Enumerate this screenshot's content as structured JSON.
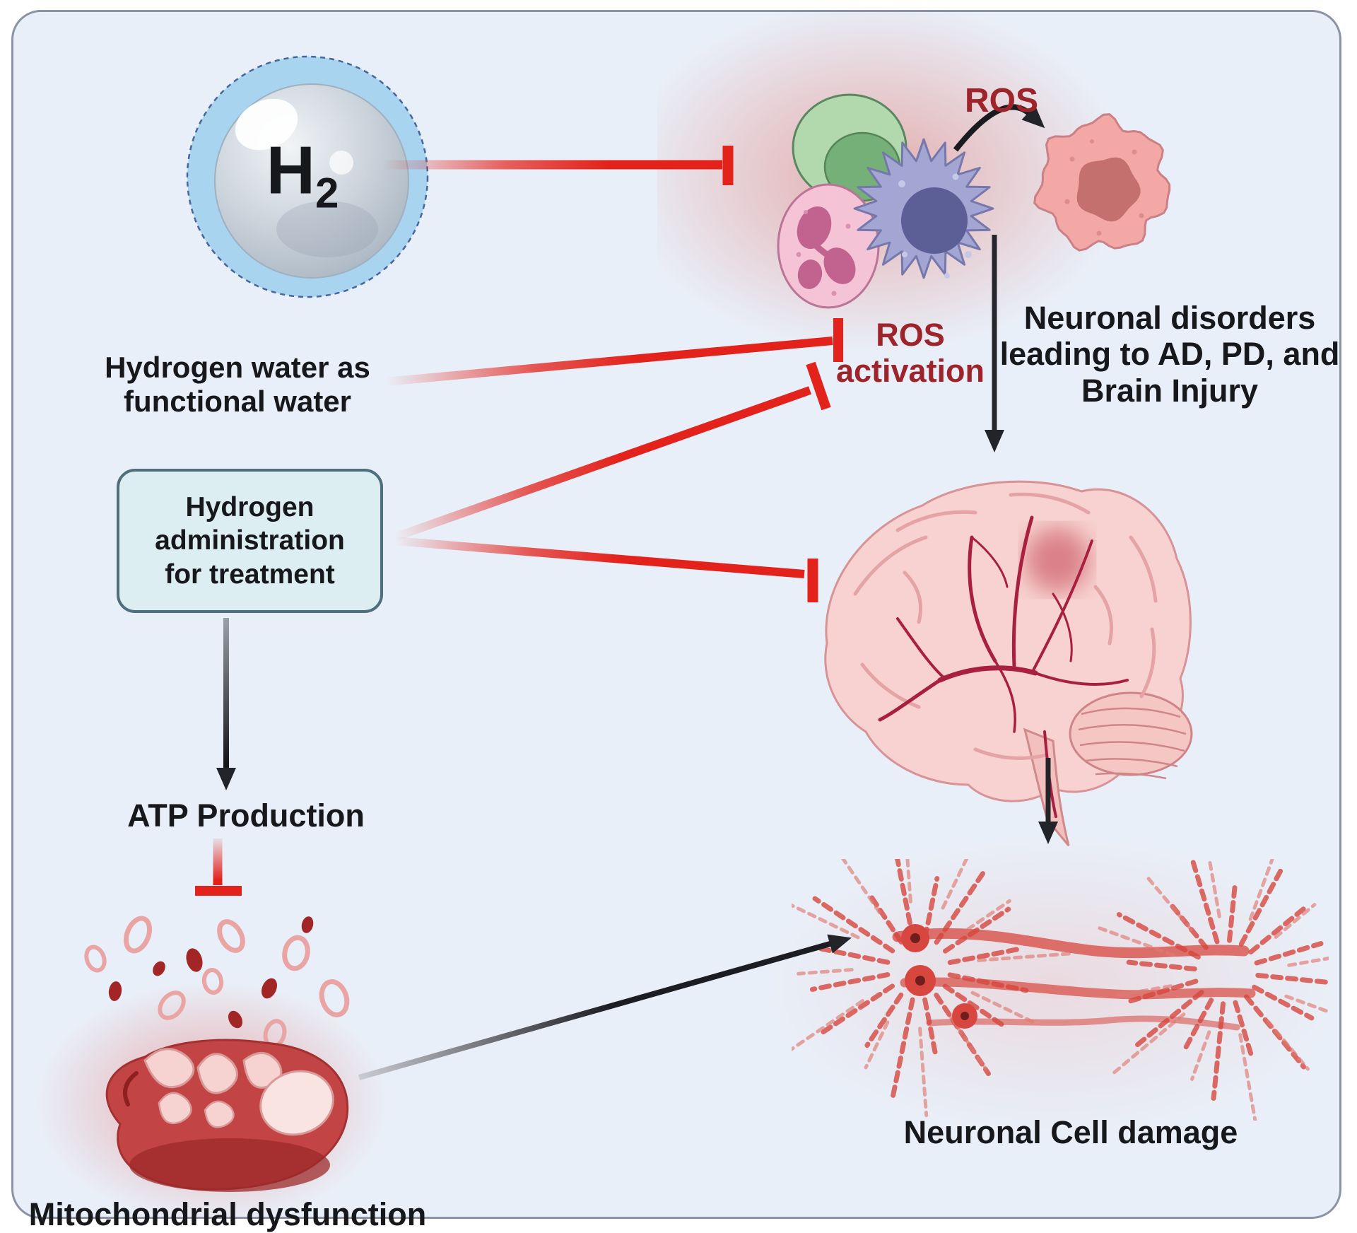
{
  "labels": {
    "h2_main": "H",
    "h2_sub": "2",
    "ros_top": "ROS",
    "neuronal_disorders_l1": "Neuronal disorders",
    "neuronal_disorders_l2": "leading to AD, PD, and",
    "neuronal_disorders_l3": "Brain Injury",
    "hydrogen_water_l1": "Hydrogen water as",
    "hydrogen_water_l2": "functional water",
    "ros_activation_l1": "ROS",
    "ros_activation_l2": "activation",
    "treatment_l1": "Hydrogen",
    "treatment_l2": "administration",
    "treatment_l3": "for treatment",
    "atp": "ATP Production",
    "mitochondrial_dysfunction": "Mitochondrial dysfunction",
    "neuronal_cell_damage": "Neuronal Cell damage"
  },
  "icons": {
    "h2_bubble": "hydrogen-molecule-bubble",
    "immune_cluster": "immune-cell-cluster",
    "activated_cell": "activated-macrophage-cell",
    "brain": "human-brain-with-vessels",
    "mitochondria": "damaged-mitochondria-exploding",
    "neuron": "damaged-neuron-network"
  },
  "colors": {
    "panel_bg": "#e9eff8",
    "panel_border": "#8b93a5",
    "inhibition_red": "#e3221b",
    "dark_red_text": "#9e242c",
    "black_arrow": "#23242a",
    "box_fill": "#dceef2",
    "box_border": "#4f6f7c",
    "bubble_outer": "#a9d4f0",
    "cell_green": "#b2d8ae",
    "cell_pink": "#f4c3d5",
    "cell_purple": "#a3a6d2",
    "activated_cell": "#f3a8a5",
    "brain_pink": "#f7d2d0",
    "mito_red": "#c34444",
    "neuron_red": "#d7473f"
  }
}
